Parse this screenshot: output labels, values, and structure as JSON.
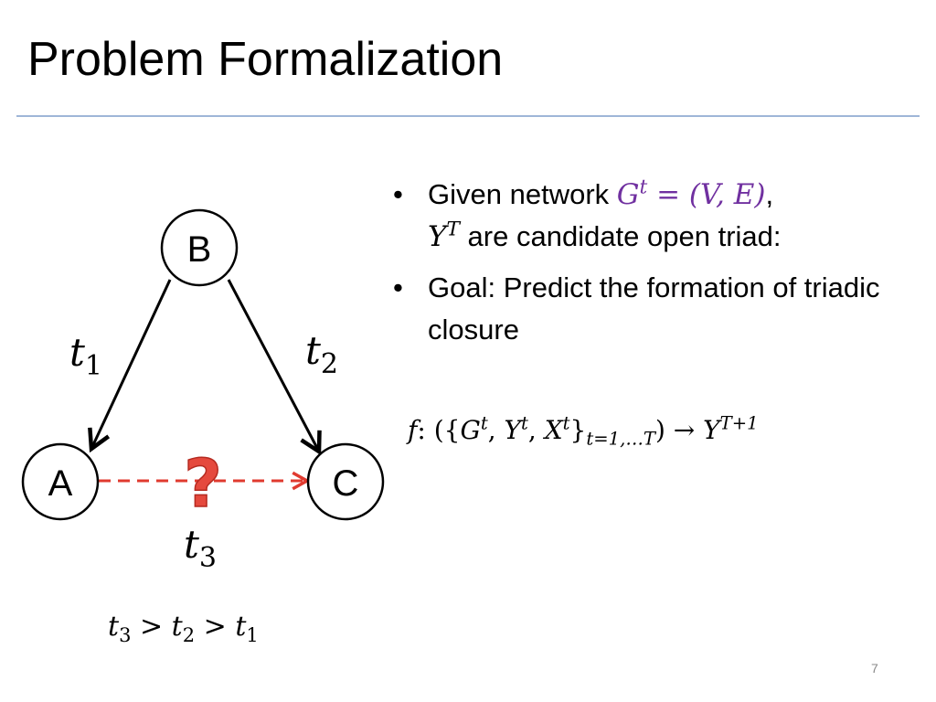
{
  "slide": {
    "title": "Problem Formalization",
    "page_number": "7"
  },
  "diagram": {
    "nodes": {
      "b": "B",
      "a": "A",
      "c": "C"
    },
    "edge_labels": {
      "ba": {
        "base": "t",
        "sub": "1"
      },
      "bc": {
        "base": "t",
        "sub": "2"
      },
      "ac": {
        "base": "t",
        "sub": "3"
      }
    },
    "question_mark": "?",
    "colors": {
      "dashed_edge": "#e03a2f",
      "question_mark": "#e5493d"
    }
  },
  "bullets": {
    "b1": {
      "prefix": "Given network ",
      "math_g": "G",
      "math_g_sup": "t",
      "math_eq": " = (V, E)",
      "comma": ",",
      "math_y": "Y",
      "math_y_sup": "T",
      "suffix": " are candidate open triad:"
    },
    "b2": {
      "text": "Goal: Predict the formation of triadic closure"
    }
  },
  "formula": {
    "f": "f",
    "colon": ": ({",
    "g": "G",
    "g_sup": "t",
    "c1": ", ",
    "y": "Y",
    "y_sup": "t",
    "c2": ", ",
    "x": "X",
    "x_sup": "t",
    "close": "}",
    "range_sub": "t=1,…T",
    "arrow": ") → ",
    "y_out": "Y",
    "y_out_sup": "T+1"
  },
  "ordering": {
    "t3": "t",
    "t3_sub": "3",
    "gt1": " > ",
    "t2": "t",
    "t2_sub": "2",
    "gt2": " > ",
    "t1": "t",
    "t1_sub": "1"
  }
}
